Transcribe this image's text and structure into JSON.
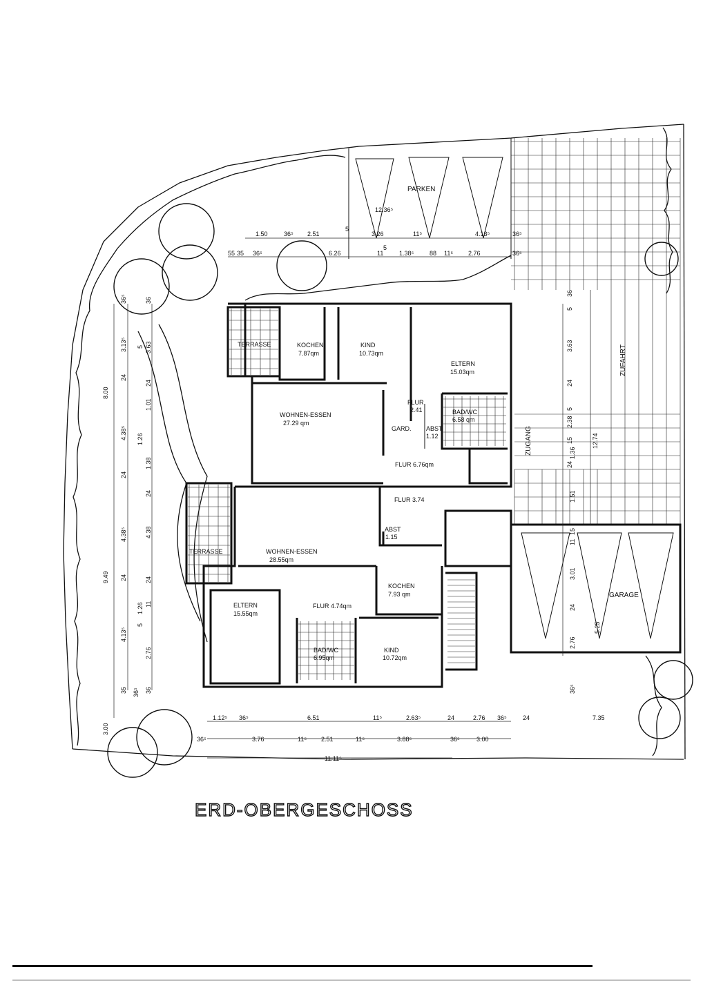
{
  "title": "ERD-OBERGESCHOSS",
  "areas": {
    "parken": "PARKEN",
    "zufahrt": "ZUFAHRT",
    "zugang": "ZUGANG",
    "garage": "GARAGE",
    "terrasse_top": "TERRASSE",
    "terrasse_bottom": "TERRASSE"
  },
  "upper_unit": {
    "kochen": {
      "name": "KOCHEN",
      "area": "7.87qm"
    },
    "kind": {
      "name": "KIND",
      "area": "10.73qm"
    },
    "eltern": {
      "name": "ELTERN",
      "area": "15.03qm"
    },
    "wohnen": {
      "name": "WOHNEN-ESSEN",
      "area": "27.29 qm"
    },
    "flur_small": {
      "name": "FLUR",
      "area": "2.41"
    },
    "bad": {
      "name": "BAD/WC",
      "area": "6.58 qm"
    },
    "gard": "GARD.",
    "abst": {
      "name": "ABST",
      "area": "1.12"
    },
    "flur_large": "FLUR 6.76qm"
  },
  "lower_unit": {
    "flur_top": "FLUR 3.74",
    "abst": {
      "name": "ABST",
      "area": "1.15"
    },
    "wohnen": {
      "name": "WOHNEN-ESSEN",
      "area": "28.55qm"
    },
    "kochen": {
      "name": "KOCHEN",
      "area": "7.93 qm"
    },
    "eltern": {
      "name": "ELTERN",
      "area": "15.55qm"
    },
    "flur": "FLUR 4.74qm",
    "bad": {
      "name": "BAD/WC",
      "area": "6.95qm"
    },
    "kind": {
      "name": "KIND",
      "area": "10.72qm"
    }
  },
  "dims_top": {
    "total": "12.36⁵",
    "row1": [
      "1.50",
      "36⁵",
      "2.51",
      "5",
      "3.26",
      "11⁵",
      "4.13⁵",
      "36⁵"
    ],
    "row2": [
      "55",
      "35",
      "36⁵",
      "6.26",
      "5",
      "11",
      "1.38⁵",
      "88",
      "11⁵",
      "2.76",
      "36⁵"
    ]
  },
  "dims_left_outer": [
    "8.00",
    "9.49",
    "3.00"
  ],
  "dims_left_mid": [
    "36⁵",
    "3.13⁵",
    "24",
    "4.38⁵",
    "24",
    "4.38⁵",
    "24",
    "4.13⁵",
    "35",
    "36⁵"
  ],
  "dims_left_inner": [
    "36",
    "5",
    "3.63",
    "24",
    "1.01",
    "1.26",
    "1.38",
    "24",
    "4.38",
    "24",
    "11",
    "1.26",
    "5",
    "2.76",
    "36"
  ],
  "dims_bottom": {
    "row1": [
      "1.12⁵",
      "36⁵",
      "6.51",
      "11⁵",
      "2.63⁵",
      "24",
      "2.76",
      "36⁵",
      "24",
      "7.35"
    ],
    "row2": [
      "36⁵",
      "3.76",
      "11⁵",
      "2.51",
      "11⁵",
      "3.88⁵",
      "36⁵",
      "3.00"
    ],
    "total": "11.11⁵"
  },
  "dims_right": [
    "36",
    "5",
    "3.63",
    "24",
    "5",
    "2.38",
    "15",
    "24",
    "1.36",
    "1.51",
    "15",
    "11",
    "3.01",
    "24",
    "2.76",
    "36⁵",
    "12.74",
    "5.25"
  ]
}
